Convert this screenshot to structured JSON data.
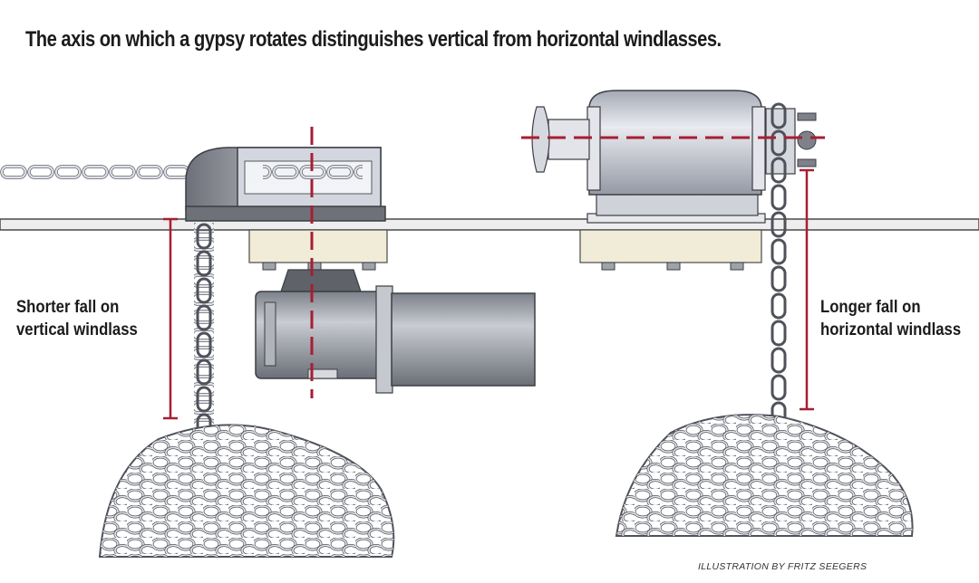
{
  "title": "The axis on which a gypsy rotates distinguishes vertical from horizontal windlasses.",
  "labels": {
    "vertical": {
      "line1": "Shorter fall on",
      "line2": "vertical windlass"
    },
    "horizontal": {
      "line1": "Longer fall on",
      "line2": "horizontal windlass"
    }
  },
  "credit": "ILLUSTRATION BY FRITZ SEEGERS",
  "colors": {
    "axis": "#a61e34",
    "deck": "#ededed",
    "metal_light": "#d9dce6",
    "metal_dark": "#8e9198",
    "wood": "#f1ecd8",
    "chain": "#c9ccd3"
  }
}
